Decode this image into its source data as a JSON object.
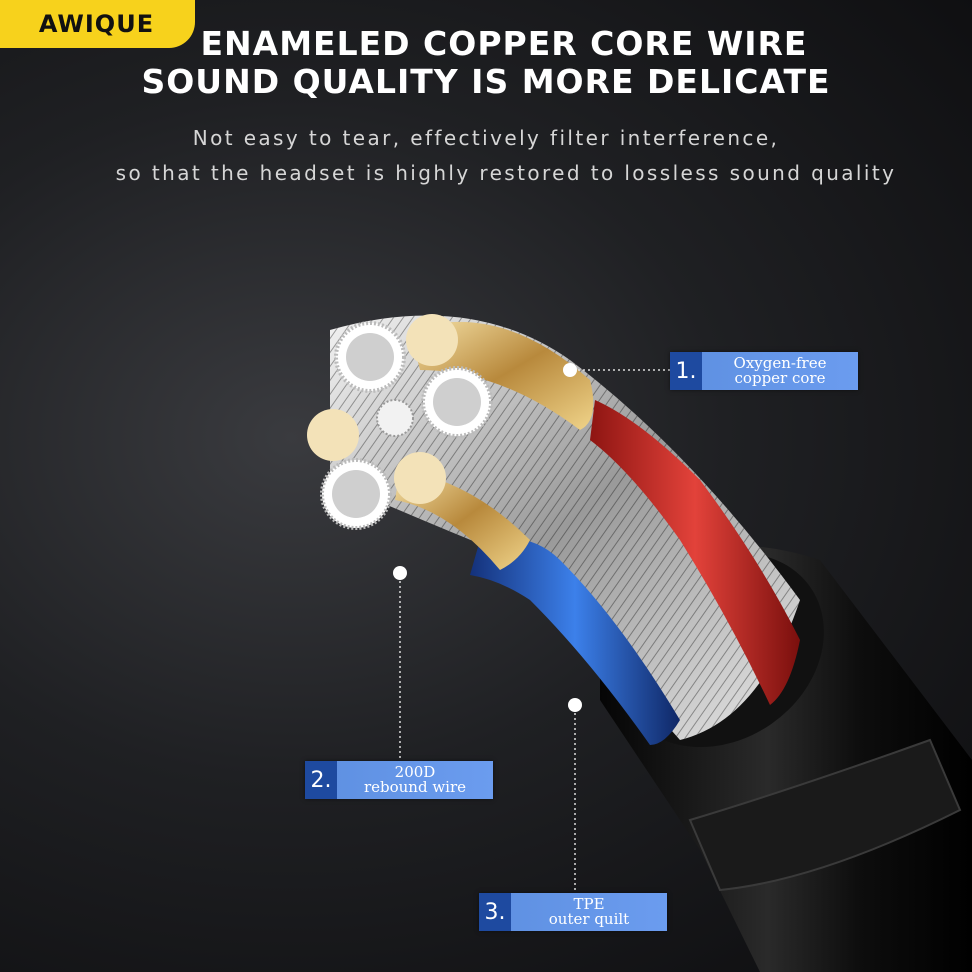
{
  "brand": {
    "logo_text": "AWIQUE",
    "logo_color": "#f7d21c"
  },
  "headline": {
    "line1": "ENAMELED COPPER CORE WIRE",
    "line2": "SOUND QUALITY IS MORE DELICATE"
  },
  "subheadline": {
    "line1": "Not easy to tear, effectively filter interference,",
    "line2": "so that the headset is highly restored to lossless sound quality"
  },
  "callouts": [
    {
      "number": "1.",
      "line1": "Oxygen-free",
      "line2": "copper core"
    },
    {
      "number": "2.",
      "line1": "200D",
      "line2": "rebound wire"
    },
    {
      "number": "3.",
      "line1": "TPE",
      "line2": "outer quilt"
    }
  ],
  "colors": {
    "red_core": "#d9312d",
    "blue_core": "#2f6fd8",
    "label_bg": "#6b9cef",
    "label_num_bg": "#1e4aa0"
  }
}
